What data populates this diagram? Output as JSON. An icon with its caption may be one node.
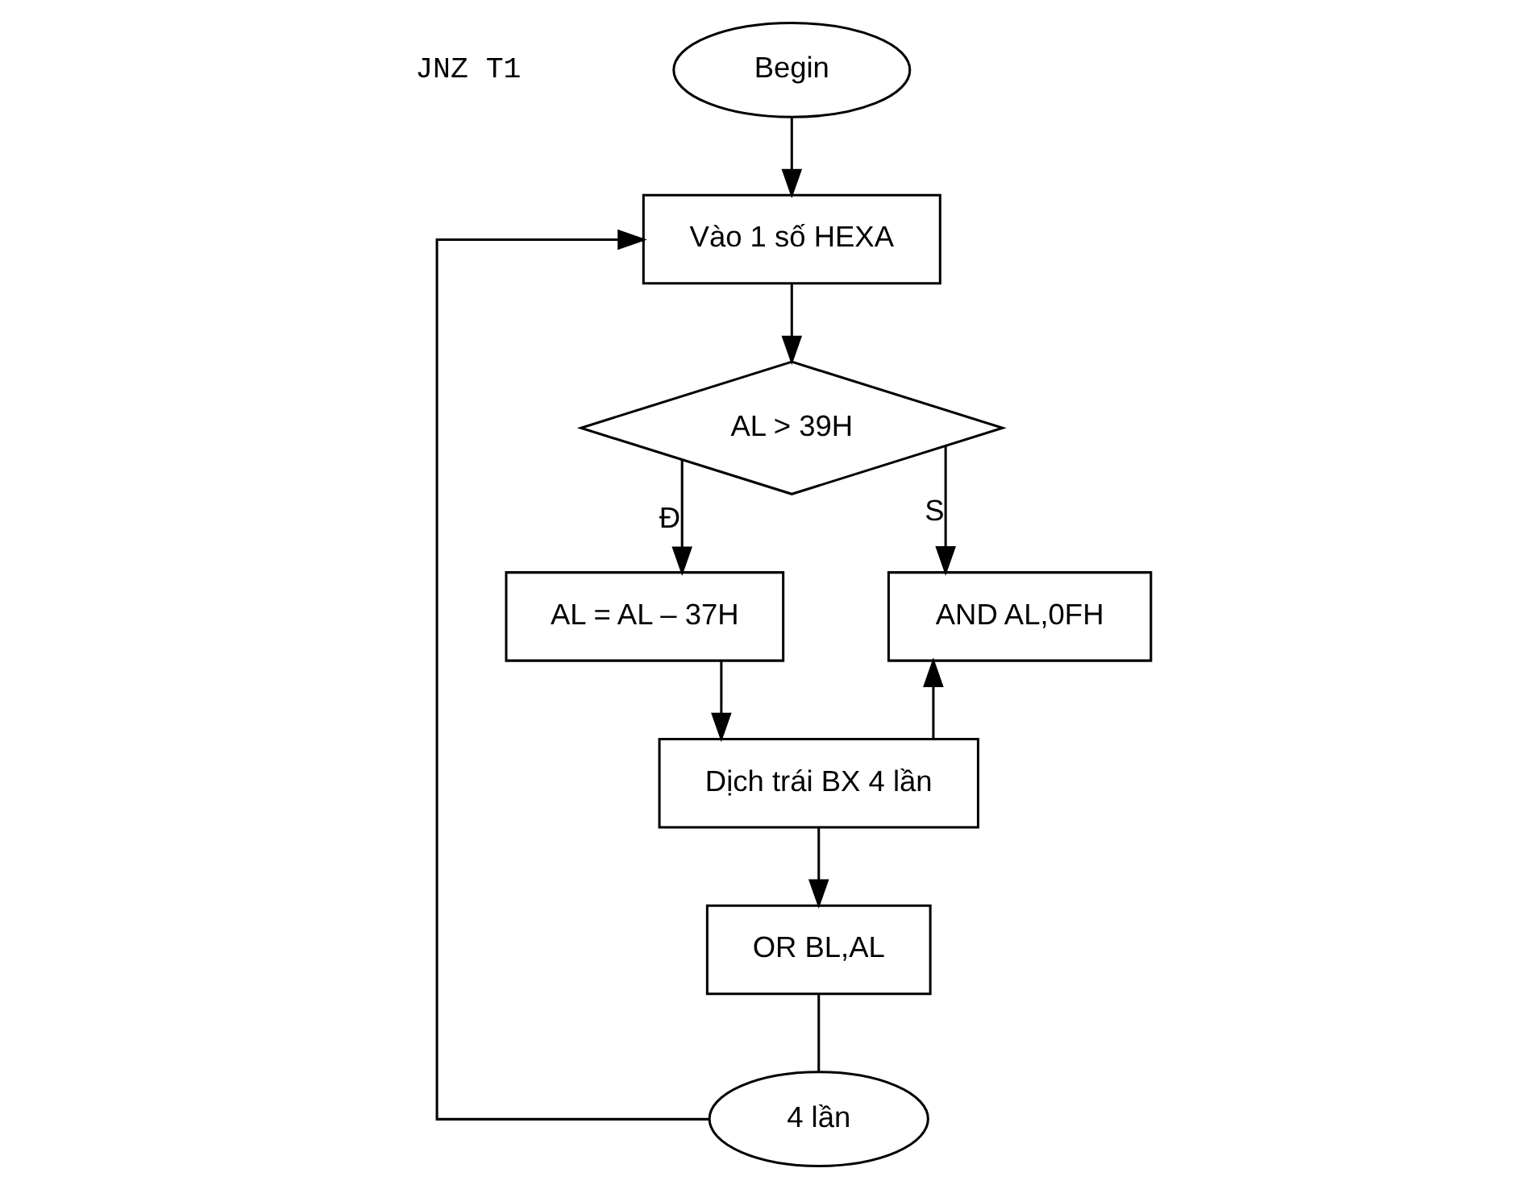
{
  "diagram": {
    "nodes": [
      {
        "text": [
          "Begin"
        ]
      },
      {
        "text": [
          "Vào 1 số HEXA"
        ]
      },
      {
        "text": [
          "AL > 39H"
        ]
      },
      {
        "text": [
          "AL = AL – 37H"
        ]
      },
      {
        "text": [
          "AND AL,0FH"
        ]
      },
      {
        "text": [
          "Dịch trái BX 4 lần"
        ]
      },
      {
        "text": [
          "OR BL,AL"
        ]
      },
      {
        "text": [
          "4 lần"
        ]
      }
    ],
    "edges": [
      {
        "from": 0,
        "to": 1,
        "arrow": "to"
      },
      {
        "from": 1,
        "to": 2,
        "arrow": "to"
      },
      {
        "from": 2,
        "to": 4,
        "arrow": "to",
        "label": "S"
      },
      {
        "from": 2,
        "to": 3,
        "arrow": "to",
        "label": "Đ"
      },
      {
        "from": 3,
        "to": 5,
        "arrow": "to"
      },
      {
        "from": 5,
        "to": 4,
        "arrow": "to"
      },
      {
        "from": 5,
        "to": 6,
        "arrow": "to"
      },
      {
        "from": 6,
        "to": 7,
        "arrow": "none"
      },
      {
        "from": 7,
        "to": 1,
        "arrow": "to"
      }
    ],
    "labels": [
      "JNZ T1"
    ]
  }
}
